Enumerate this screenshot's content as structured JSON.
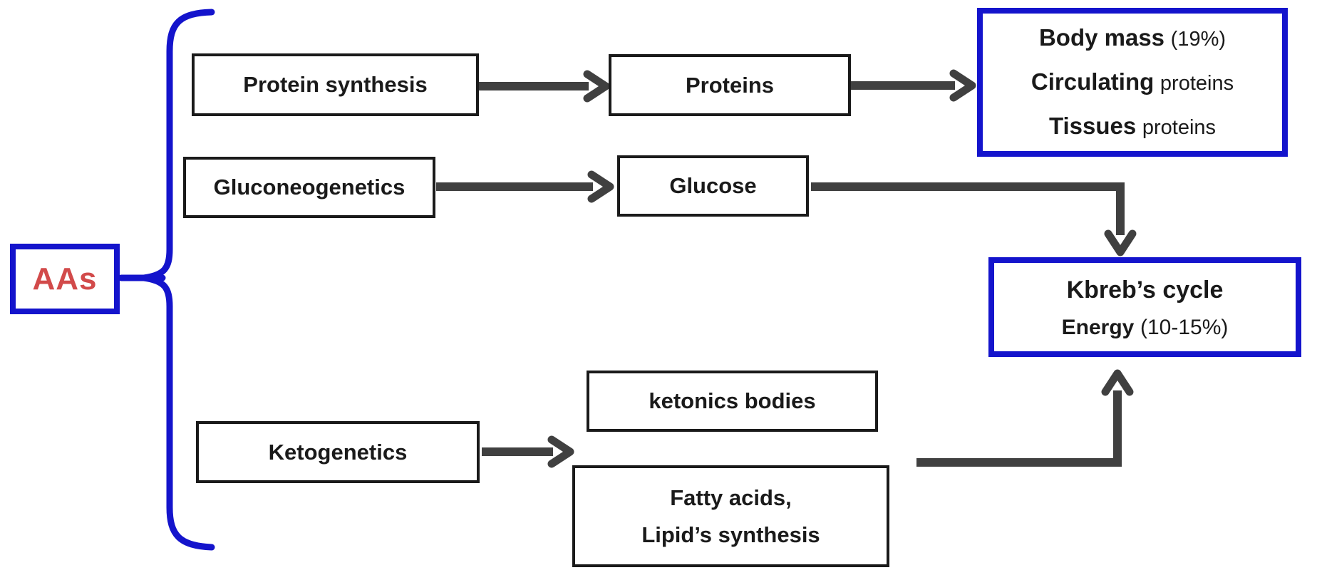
{
  "colors": {
    "accent_blue": "#1414CC",
    "aas_red": "#D24A4A",
    "arrow_gray": "#404040",
    "box_border_black": "#1A1A1A"
  },
  "nodes": {
    "aas": {
      "label": "AAs"
    },
    "protein_synthesis": {
      "label": "Protein synthesis"
    },
    "proteins": {
      "label": "Proteins"
    },
    "protein_outcome": {
      "line1_bold": "Body mass",
      "line1_normal": "(19%)",
      "line2_bold": "Circulating",
      "line2_normal": "proteins",
      "line3_bold": "Tissues",
      "line3_normal": "proteins"
    },
    "gluconeogenetics": {
      "label": "Gluconeogenetics"
    },
    "glucose": {
      "label": "Glucose"
    },
    "krebs_cycle": {
      "line1": "Kbreb’s cycle",
      "line2_bold": "Energy",
      "line2_normal": "(10-15%)"
    },
    "ketogenetics": {
      "label": "Ketogenetics"
    },
    "ketonic_bodies": {
      "label": "ketonics bodies"
    },
    "fatty_acids": {
      "line1": "Fatty acids,",
      "line2": "Lipid’s synthesis"
    }
  },
  "edges": [
    {
      "from": "AAs",
      "to": "Protein synthesis"
    },
    {
      "from": "AAs",
      "to": "Gluconeogenetics"
    },
    {
      "from": "AAs",
      "to": "Ketogenetics"
    },
    {
      "from": "Protein synthesis",
      "to": "Proteins"
    },
    {
      "from": "Proteins",
      "to": "Body mass / Circulating proteins / Tissues proteins"
    },
    {
      "from": "Gluconeogenetics",
      "to": "Glucose"
    },
    {
      "from": "Glucose",
      "to": "Kbreb’s cycle"
    },
    {
      "from": "Ketogenetics",
      "to": "ketonics bodies / Fatty acids, Lipid’s synthesis"
    },
    {
      "from": "ketonics bodies / Fatty acids, Lipid’s synthesis",
      "to": "Kbreb’s cycle"
    }
  ]
}
